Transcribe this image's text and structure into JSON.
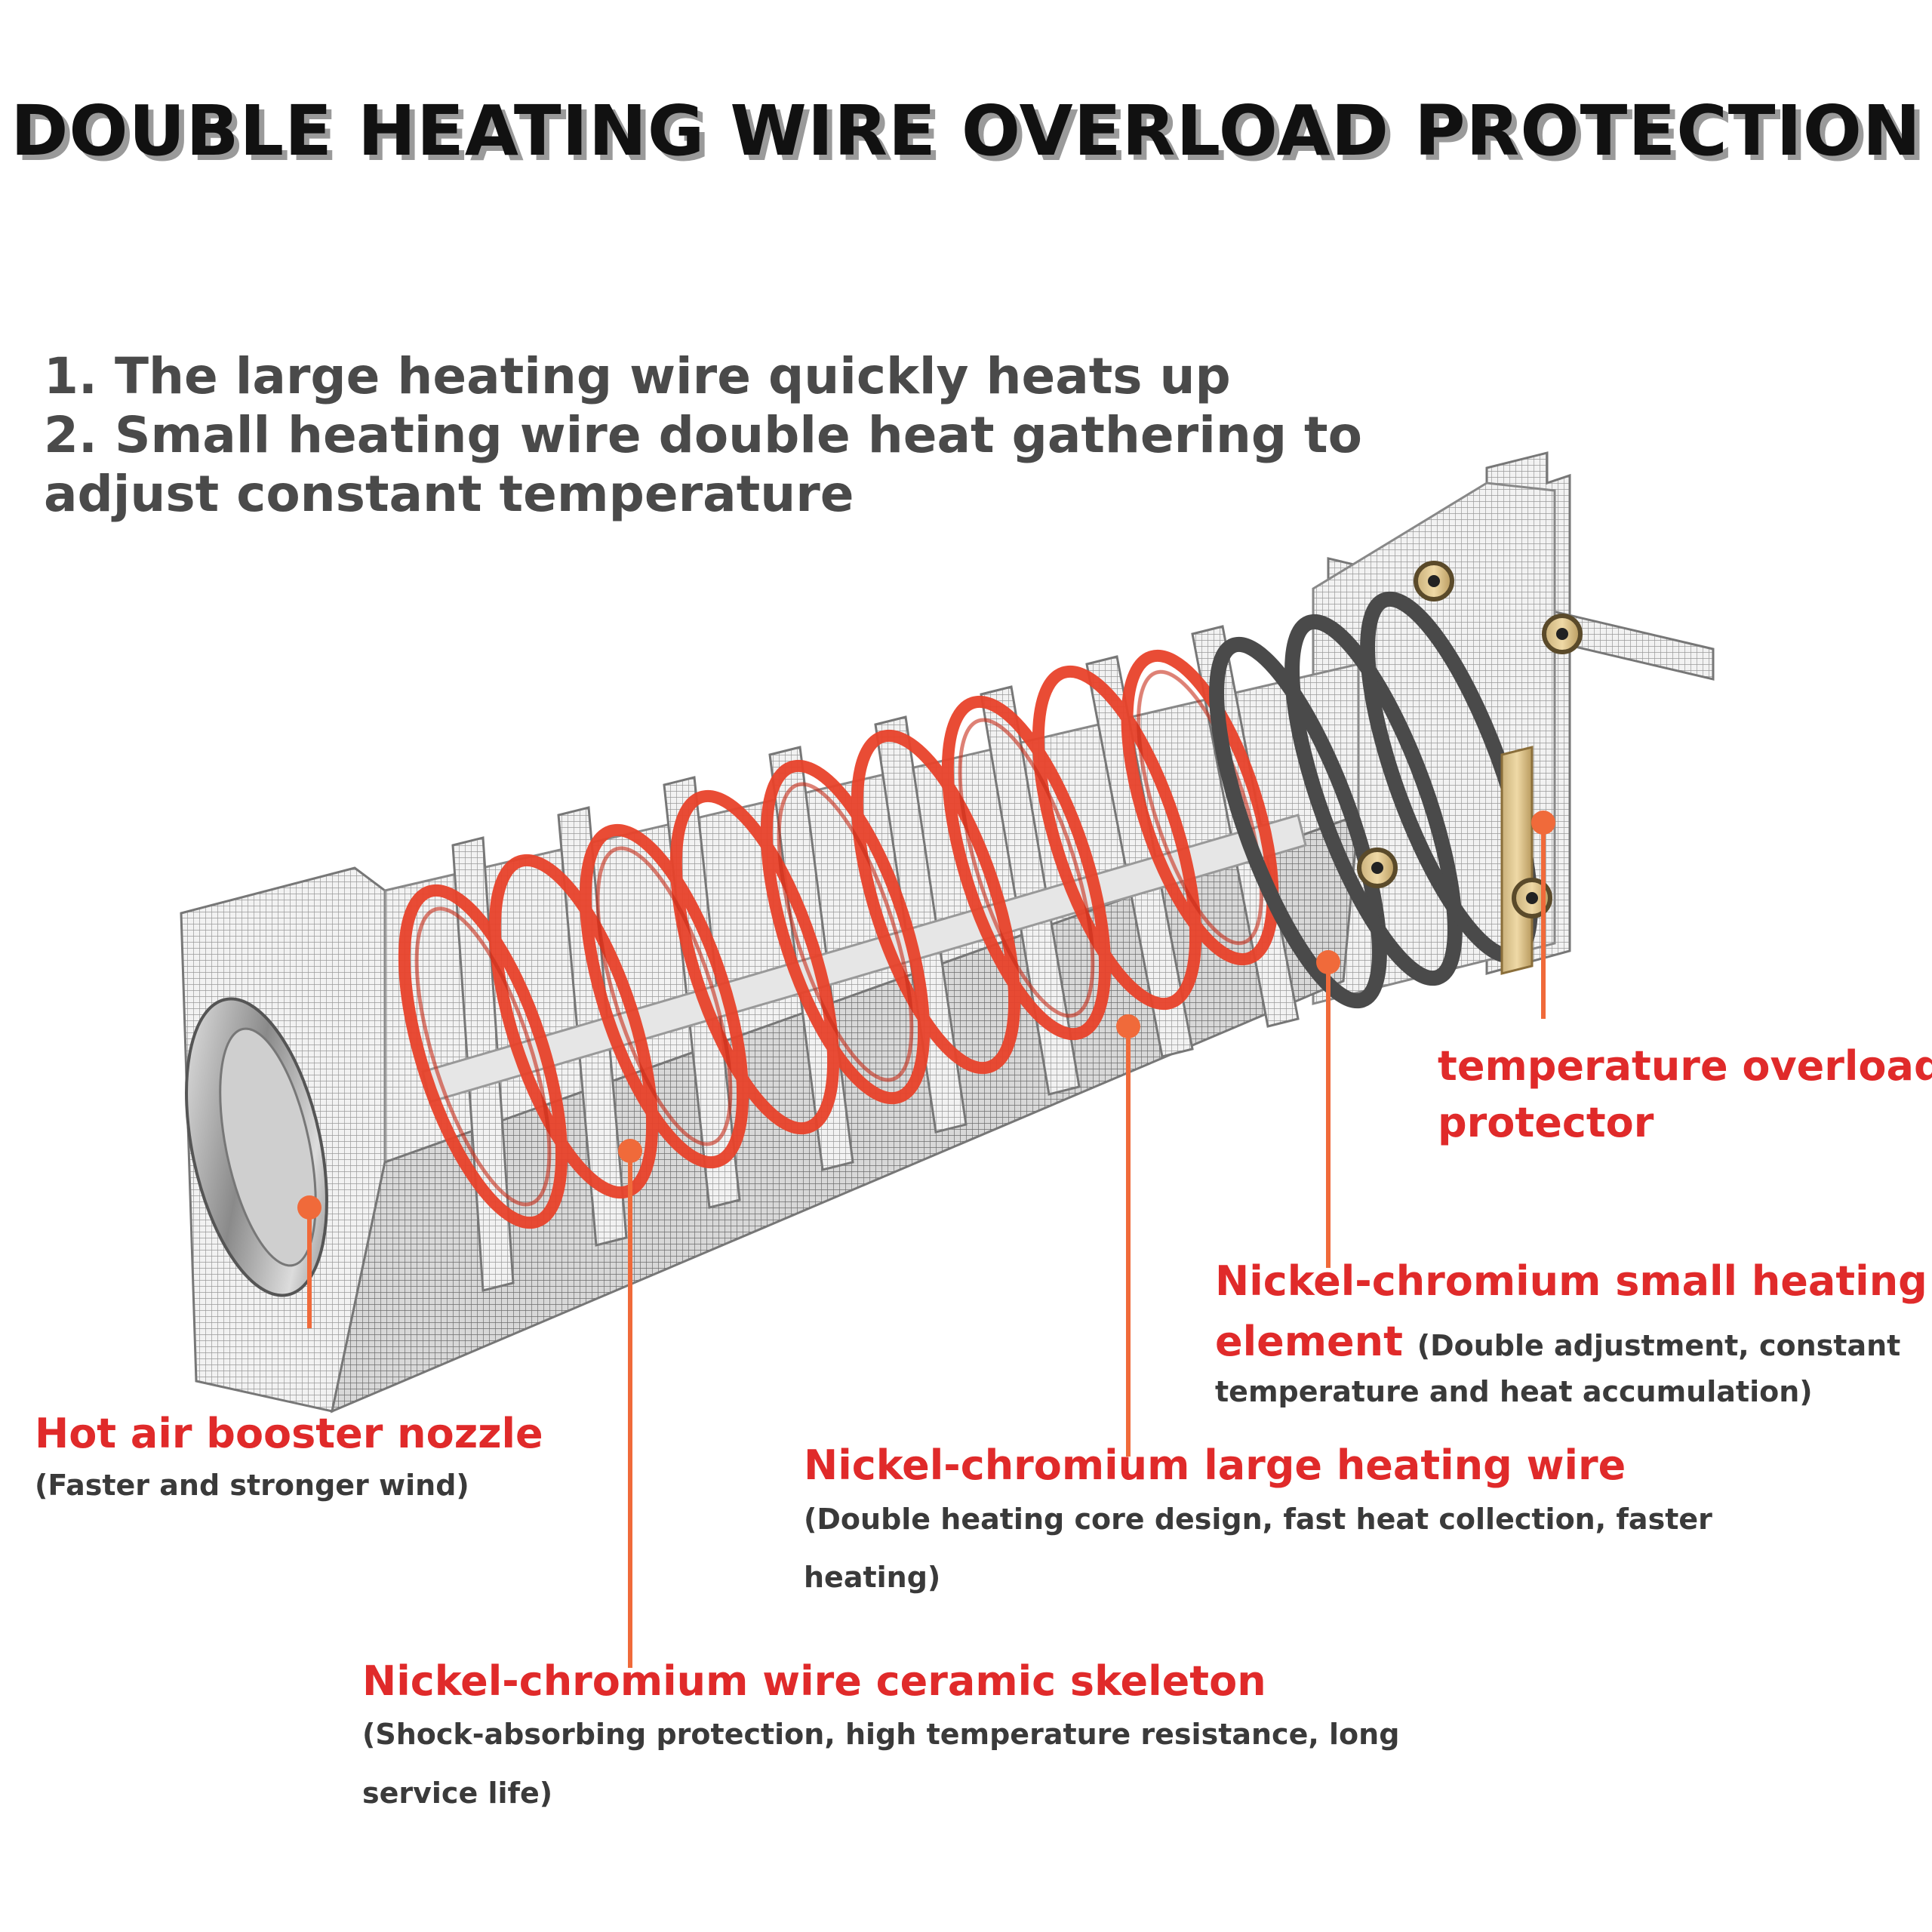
{
  "title": "DOUBLE HEATING WIRE OVERLOAD PROTECTION",
  "points": [
    "1. The large heating wire quickly heats up",
    "2. Small heating wire double heat gathering to",
    "adjust constant temperature"
  ],
  "callouts": {
    "protector": {
      "label": "temperature overload",
      "label2": "protector"
    },
    "small_element": {
      "label": "Nickel-chromium small heating",
      "label2": "element",
      "sub_inline": "(Double adjustment, constant",
      "sub2": "temperature and heat accumulation)"
    },
    "nozzle": {
      "label": "Hot air booster nozzle",
      "sub": "(Faster and stronger wind)"
    },
    "large_wire": {
      "label": "Nickel-chromium large heating wire",
      "sub": "(Double heating core design, fast heat collection, faster",
      "sub2": "heating)"
    },
    "skeleton": {
      "label": "Nickel-chromium wire ceramic skeleton",
      "sub": "(Shock-absorbing protection, high temperature resistance, long",
      "sub2": "service life)"
    }
  },
  "colors": {
    "accent": "#e02a2a",
    "coil": "#e8432b",
    "leader": "#f06a3a",
    "title": "#111111",
    "body_text": "#4a4a4a"
  }
}
